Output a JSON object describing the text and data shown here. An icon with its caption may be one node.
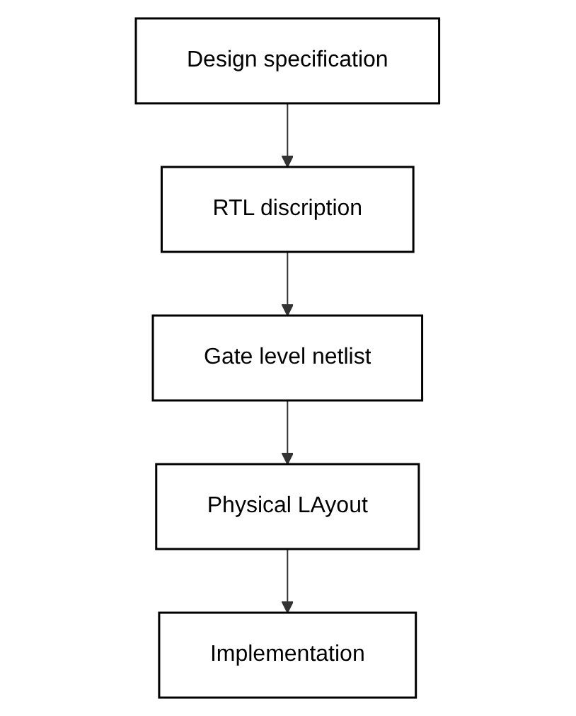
{
  "diagram": {
    "nodes": [
      {
        "text": [
          "Design specification"
        ]
      },
      {
        "text": [
          "RTL discription"
        ]
      },
      {
        "text": [
          "Gate level netlist"
        ]
      },
      {
        "text": [
          "Physical LAyout"
        ]
      },
      {
        "text": [
          "Implementation"
        ]
      }
    ],
    "edges": [
      {
        "from": 0,
        "to": 1,
        "arrow": "to"
      },
      {
        "from": 1,
        "to": 2,
        "arrow": "to"
      },
      {
        "from": 2,
        "to": 3,
        "arrow": "to"
      },
      {
        "from": 3,
        "to": 4,
        "arrow": "to"
      }
    ]
  }
}
